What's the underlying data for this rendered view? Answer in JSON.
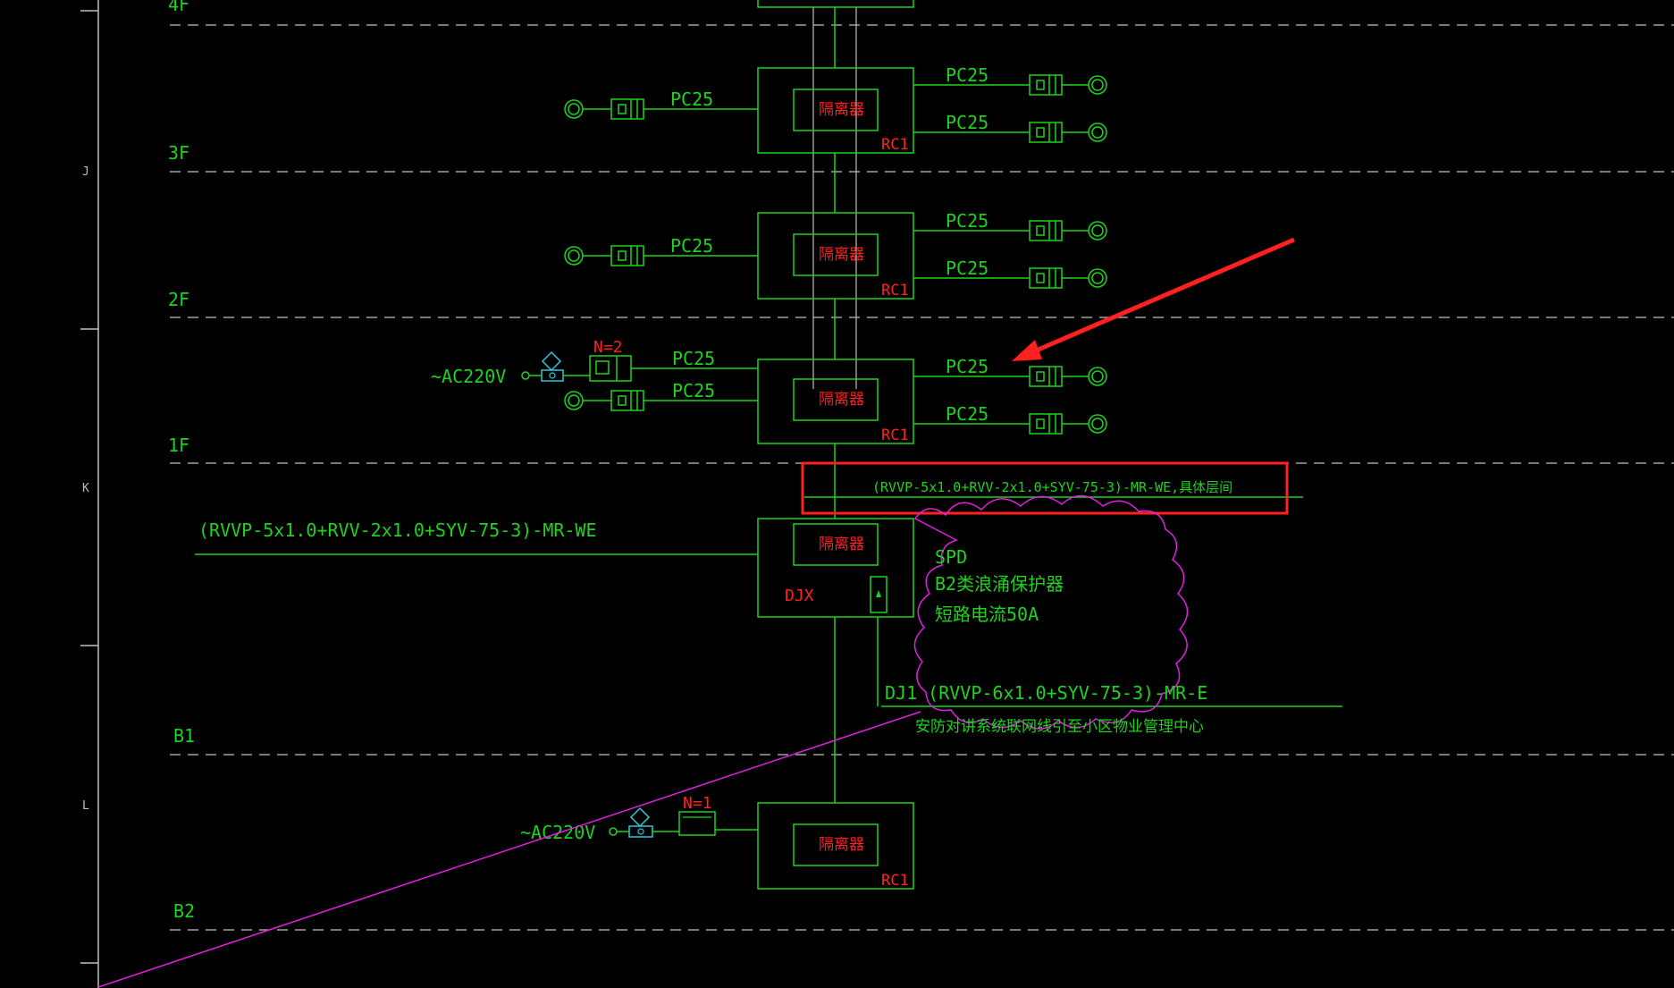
{
  "colors": {
    "background": "#000000",
    "green": "#1fd21f",
    "red": "#ff2020",
    "magenta": "#e020e0",
    "cyan": "#30c8d8",
    "grey": "#bfbfbf",
    "white": "#e8e8e8"
  },
  "floors": {
    "f4": "4F",
    "f3": "3F",
    "f2": "2F",
    "f1": "1F",
    "b1": "B1",
    "b2": "B2"
  },
  "axis": {
    "j": "J",
    "k": "K",
    "l": "L"
  },
  "labels": {
    "pc25": "PC25",
    "rc1": "RC1",
    "isolator": "隔离器",
    "djx": "DJX",
    "ac220v": "~AC220V",
    "n2": "N=2",
    "n1": "N=1",
    "cable_main": "(RVVP-5x1.0+RVV-2x1.0+SYV-75-3)-MR-WE",
    "cable_highlight": "(RVVP-5x1.0+RVV-2x1.0+SYV-75-3)-MR-WE,具体层间",
    "spd_title": "SPD",
    "spd_line1": "B2类浪涌保护器",
    "spd_line2": "短路电流50A",
    "dj1_cable": "DJ1 (RVVP-6x1.0+SYV-75-3)-MR-E",
    "dj1_note": "安防对讲系统联网线引至小区物业管理中心"
  }
}
